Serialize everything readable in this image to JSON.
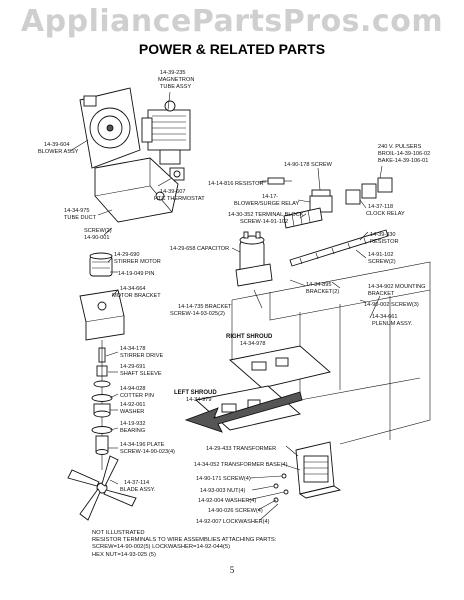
{
  "watermark": "AppliancePartsPros.com",
  "title": "POWER & RELATED PARTS",
  "labels": {
    "magnetron": [
      "14-39-235",
      "MAGNETRON",
      "TUBE ASSY"
    ],
    "blower": [
      "14-39-604",
      "BLOWER ASSY"
    ],
    "htc": [
      "14-39-607",
      "HTC THERMOSTAT"
    ],
    "tube_duct": [
      "14-34-975",
      "TUBE DUCT"
    ],
    "screw1": [
      "SCREW(2)",
      "14-90-001"
    ],
    "stirrer_motor": [
      "14-29-690",
      "STIRRER MOTOR"
    ],
    "pin": "14-19-049 PIN",
    "motor_bracket": [
      "14-34-664",
      "MOTOR BRACKET"
    ],
    "stirrer_drive": [
      "14-34-178",
      "STIRRER DRIVE"
    ],
    "shaft_sleeve": [
      "14-29-691",
      "SHAFT SLEEVE"
    ],
    "cotter_pin": [
      "14-94-028",
      "COTTER PIN"
    ],
    "washer": [
      "14-92-061",
      "WASHER"
    ],
    "bearing": [
      "14-19-932",
      "BEARING"
    ],
    "plate": [
      "14-34-196 PLATE",
      "SCREW-14-90-023(4)"
    ],
    "blade": [
      "14-37-114",
      "BLADE ASSY."
    ],
    "screw_top": "14-90-178 SCREW",
    "resistor": "14-14-816 RESISTOR",
    "blower_relay": [
      "14-17-",
      "BLOWER/SURGE RELAY"
    ],
    "terminal_block": [
      "14-30-352 TERMINAL BLOCK",
      "SCREW-14-91-102"
    ],
    "pulsers": [
      "240 V. PULSERS",
      "BROIL-14-39-106-02",
      "BAKE-14-39-106-01"
    ],
    "clock_relay": [
      "14-37-118",
      "CLOCK RELAY"
    ],
    "resistor2": [
      "14-39-330",
      "RESISTOR"
    ],
    "capacitor": "14-29-658 CAPACITOR",
    "screw2": [
      "14-91-102",
      "SCREW(2)"
    ],
    "bracket2": [
      "14-34-895",
      "BRACKET(2)"
    ],
    "mounting_bracket": [
      "14-34-902 MOUNTING",
      "BRACKET"
    ],
    "screws3": "14-90-002 SCREW(3)",
    "bracket_735": [
      "14-14-735 BRACKET",
      "SCREW-14-93-025(2)"
    ],
    "plenum": [
      "14-34-661",
      "PLENUM ASSY."
    ],
    "right_shroud": [
      "RIGHT SHROUD",
      "14-34-978"
    ],
    "left_shroud": [
      "LEFT SHROUD",
      "14-34-979"
    ],
    "transformer": "14-29-433 TRANSFORMER",
    "transformer_base": "14-34-052 TRANSFORMER BASE(4)",
    "screw4": "14-90-171 SCREW(4)",
    "nut": "14-93-003 NUT(4)",
    "washer4": "14-92-004 WASHER(4)",
    "screw5": "14-90-026 SCREW(4)",
    "lockwasher": "14-92-007 LOCKWASHER(4)"
  },
  "notes": [
    "NOT ILLUSTRATED",
    "RESISTOR TERMINALS TO WIRE ASSEMBLIES ATTACHING PARTS:",
    "SCREW=14-90-002(5) LOCKWASHER=14-92-044(5)",
    "HEX NUT=14-93-025 (5)"
  ],
  "page_number": "5"
}
